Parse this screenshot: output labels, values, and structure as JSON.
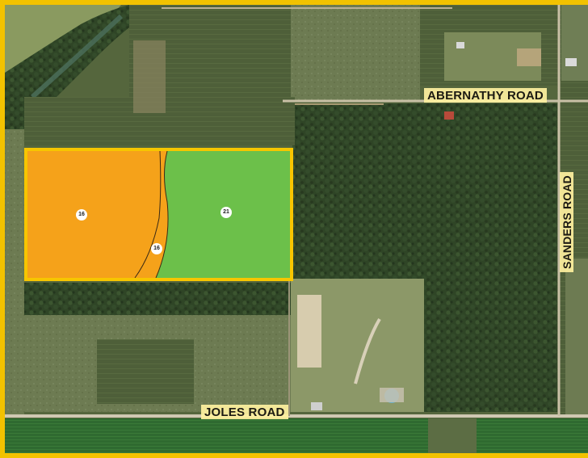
{
  "map": {
    "frame_color": "#f2c200",
    "roads": [
      {
        "name": "ABERNATHY ROAD"
      },
      {
        "name": "SANDERS ROAD"
      },
      {
        "name": "JOLES ROAD"
      }
    ],
    "soil_units": [
      {
        "label": "16",
        "color": "#f5a21a"
      },
      {
        "label": "16",
        "color": "#f5a21a"
      },
      {
        "label": "21",
        "color": "#6cc04a"
      }
    ],
    "parcel": {
      "outline_color": "#f7c600"
    }
  }
}
